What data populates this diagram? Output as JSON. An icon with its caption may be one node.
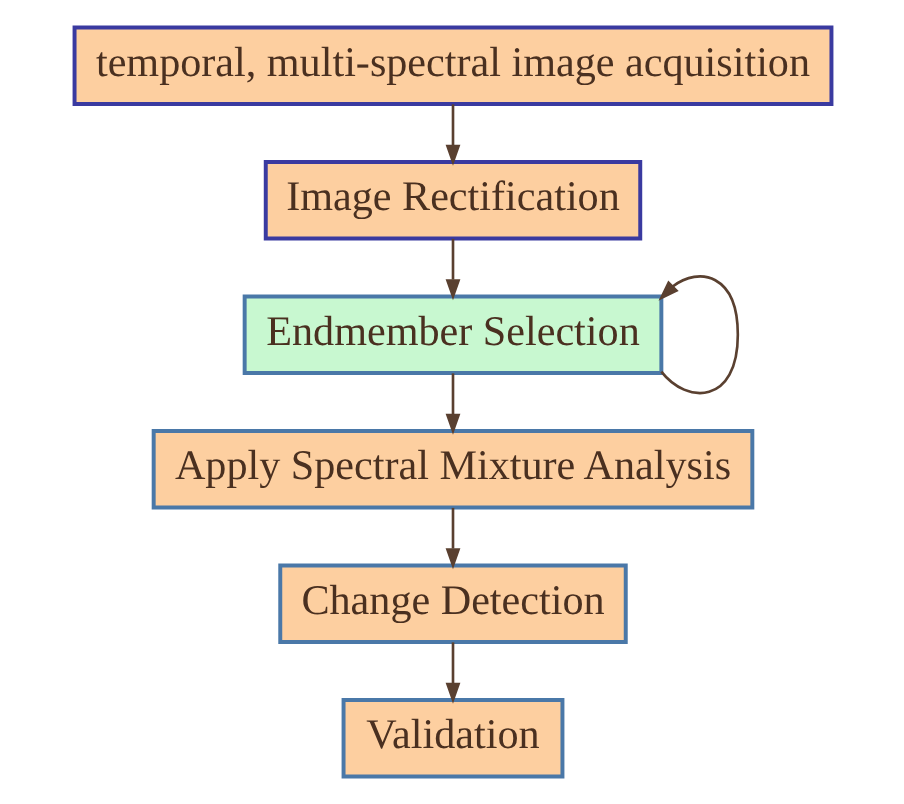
{
  "diagram": {
    "nodes": [
      {
        "text": [
          "temporal, multi-spectral image acquisition"
        ]
      },
      {
        "text": [
          "Image Rectification"
        ]
      },
      {
        "text": [
          "Endmember Selection"
        ]
      },
      {
        "text": [
          "Apply Spectral Mixture Analysis"
        ]
      },
      {
        "text": [
          "Change Detection"
        ]
      },
      {
        "text": [
          "Validation"
        ]
      }
    ],
    "edges": [
      {
        "from": 0,
        "to": 1,
        "arrow": "to"
      },
      {
        "from": 1,
        "to": 2,
        "arrow": "to"
      },
      {
        "from": 2,
        "to": 2,
        "arrow": "to"
      },
      {
        "from": 2,
        "to": 3,
        "arrow": "to"
      },
      {
        "from": 3,
        "to": 4,
        "arrow": "to"
      },
      {
        "from": 4,
        "to": 5,
        "arrow": "to"
      }
    ]
  }
}
